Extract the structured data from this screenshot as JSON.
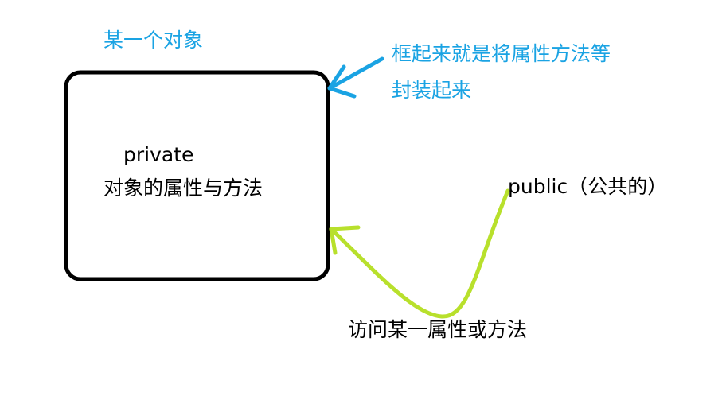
{
  "labels": {
    "object_title": "某一个对象",
    "encapsulation_note_line1": "框起来就是将属性方法等",
    "encapsulation_note_line2": "封装起来",
    "private_label": "private",
    "box_description": "对象的属性与方法",
    "public_label": "public（公共的）",
    "access_label": "访问某一属性或方法"
  },
  "colors": {
    "annotation_blue": "#1aa3e3",
    "arrow_green": "#b8e02c",
    "outline_black": "#000000"
  }
}
